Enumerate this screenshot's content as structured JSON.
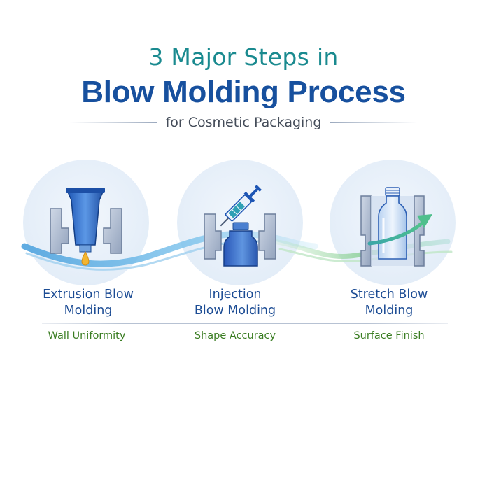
{
  "title": {
    "line1": "3 Major Steps in",
    "line2": "Blow Molding Process",
    "subtitle": "for Cosmetic Packaging"
  },
  "steps": [
    {
      "label_line1": "Extrusion Blow",
      "label_line2": "Molding",
      "feature": "Wall Uniformity",
      "icon": "tube-in-mold-icon"
    },
    {
      "label_line1": "Injection",
      "label_line2": "Blow Molding",
      "feature": "Shape Accuracy",
      "icon": "syringe-bottle-mold-icon"
    },
    {
      "label_line1": "Stretch Blow",
      "label_line2": "Molding",
      "feature": "Surface Finish",
      "icon": "bottle-arrow-mold-icon"
    }
  ],
  "colors": {
    "title_teal": "#1a8a8f",
    "title_blue": "#17509e",
    "label_blue": "#1c4c94",
    "feature_green": "#3a7d22",
    "wave_blue": "#4fa3de",
    "wave_green": "#8fd19a"
  }
}
